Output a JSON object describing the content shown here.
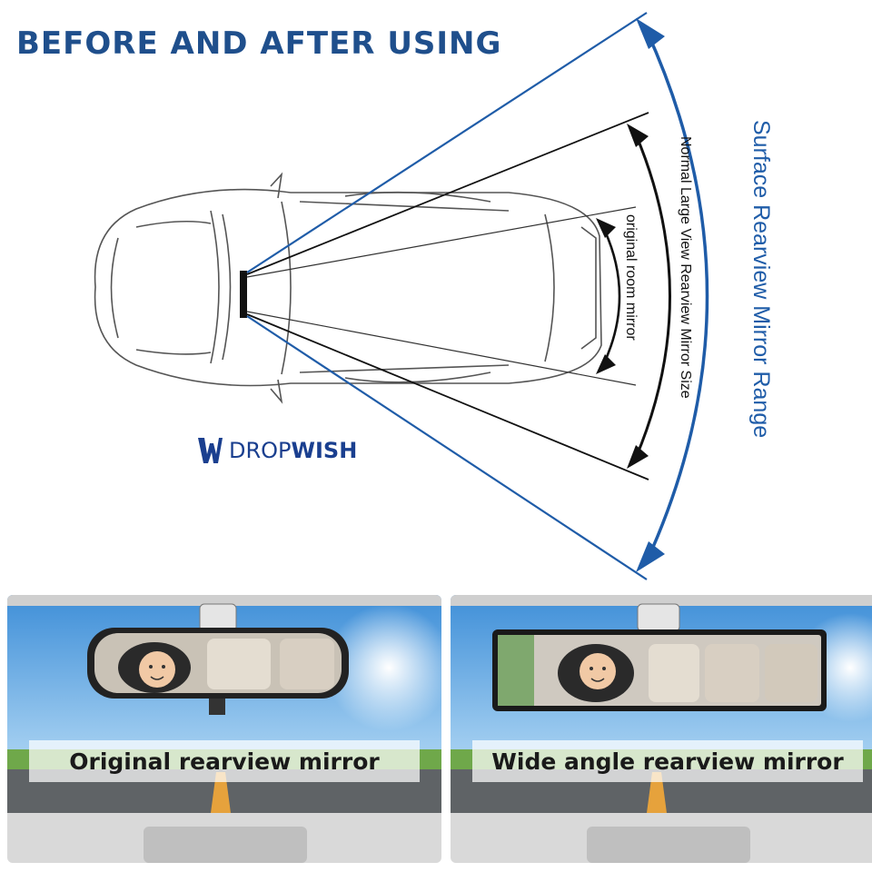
{
  "header": {
    "title": "BEFORE AND AFTER USING"
  },
  "diagram": {
    "labels": {
      "outer": "Surface Rearview Mirror Range",
      "middle": "Normal Large View Rearview Mirror Size",
      "inner": "original room mirror"
    },
    "colors": {
      "outer_range": "#1f5ca8",
      "inner_range": "#111111",
      "car_outline": "#555555"
    }
  },
  "brand": {
    "part1": "DROP",
    "part2": "WISH",
    "color": "#1a3f8f",
    "icon": "w-logo-icon"
  },
  "comparison": {
    "left": {
      "caption": "Original rearview mirror"
    },
    "right": {
      "caption": "Wide angle rearview mirror"
    }
  }
}
